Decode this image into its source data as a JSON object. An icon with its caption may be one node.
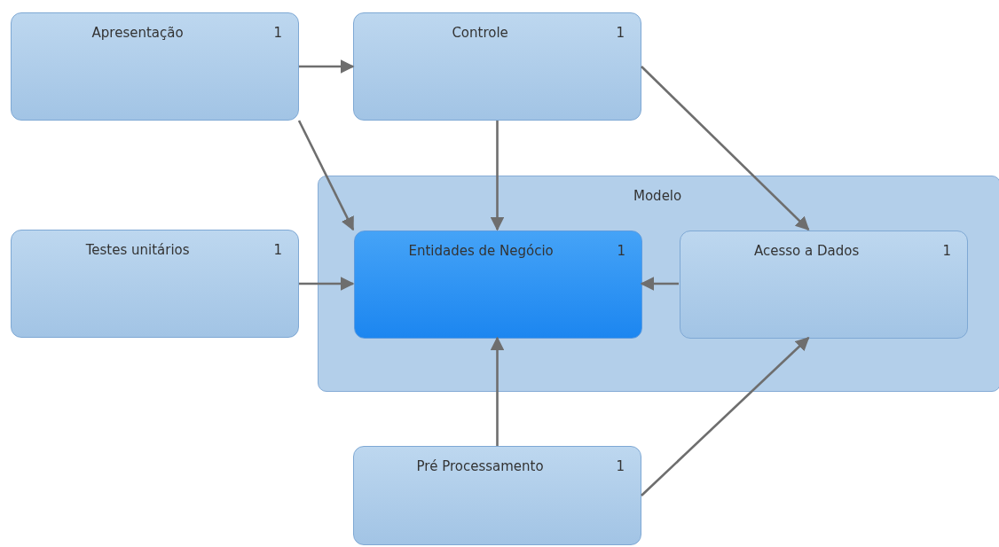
{
  "diagram": {
    "nodes": [
      {
        "text": [
          "Apresentação",
          "1"
        ]
      },
      {
        "text": [
          "Controle",
          "1"
        ]
      },
      {
        "text": [
          "Modelo"
        ]
      },
      {
        "text": [
          "Entidades de Negócio",
          "1"
        ],
        "in": 2
      },
      {
        "text": [
          "Acesso a Dados",
          "1"
        ],
        "in": 2
      },
      {
        "text": [
          "Testes unitários",
          "1"
        ]
      },
      {
        "text": [
          "Pré Processamento",
          "1"
        ]
      }
    ],
    "edges": [
      {
        "from": 0,
        "to": 1,
        "arrow": "to"
      },
      {
        "from": 0,
        "to": 3,
        "arrow": "to"
      },
      {
        "from": 1,
        "to": 3,
        "arrow": "to"
      },
      {
        "from": 1,
        "to": 4,
        "arrow": "to"
      },
      {
        "from": 5,
        "to": 3,
        "arrow": "to"
      },
      {
        "from": 4,
        "to": 3,
        "arrow": "to"
      },
      {
        "from": 6,
        "to": 3,
        "arrow": "to"
      },
      {
        "from": 6,
        "to": 4,
        "arrow": "to"
      }
    ]
  }
}
